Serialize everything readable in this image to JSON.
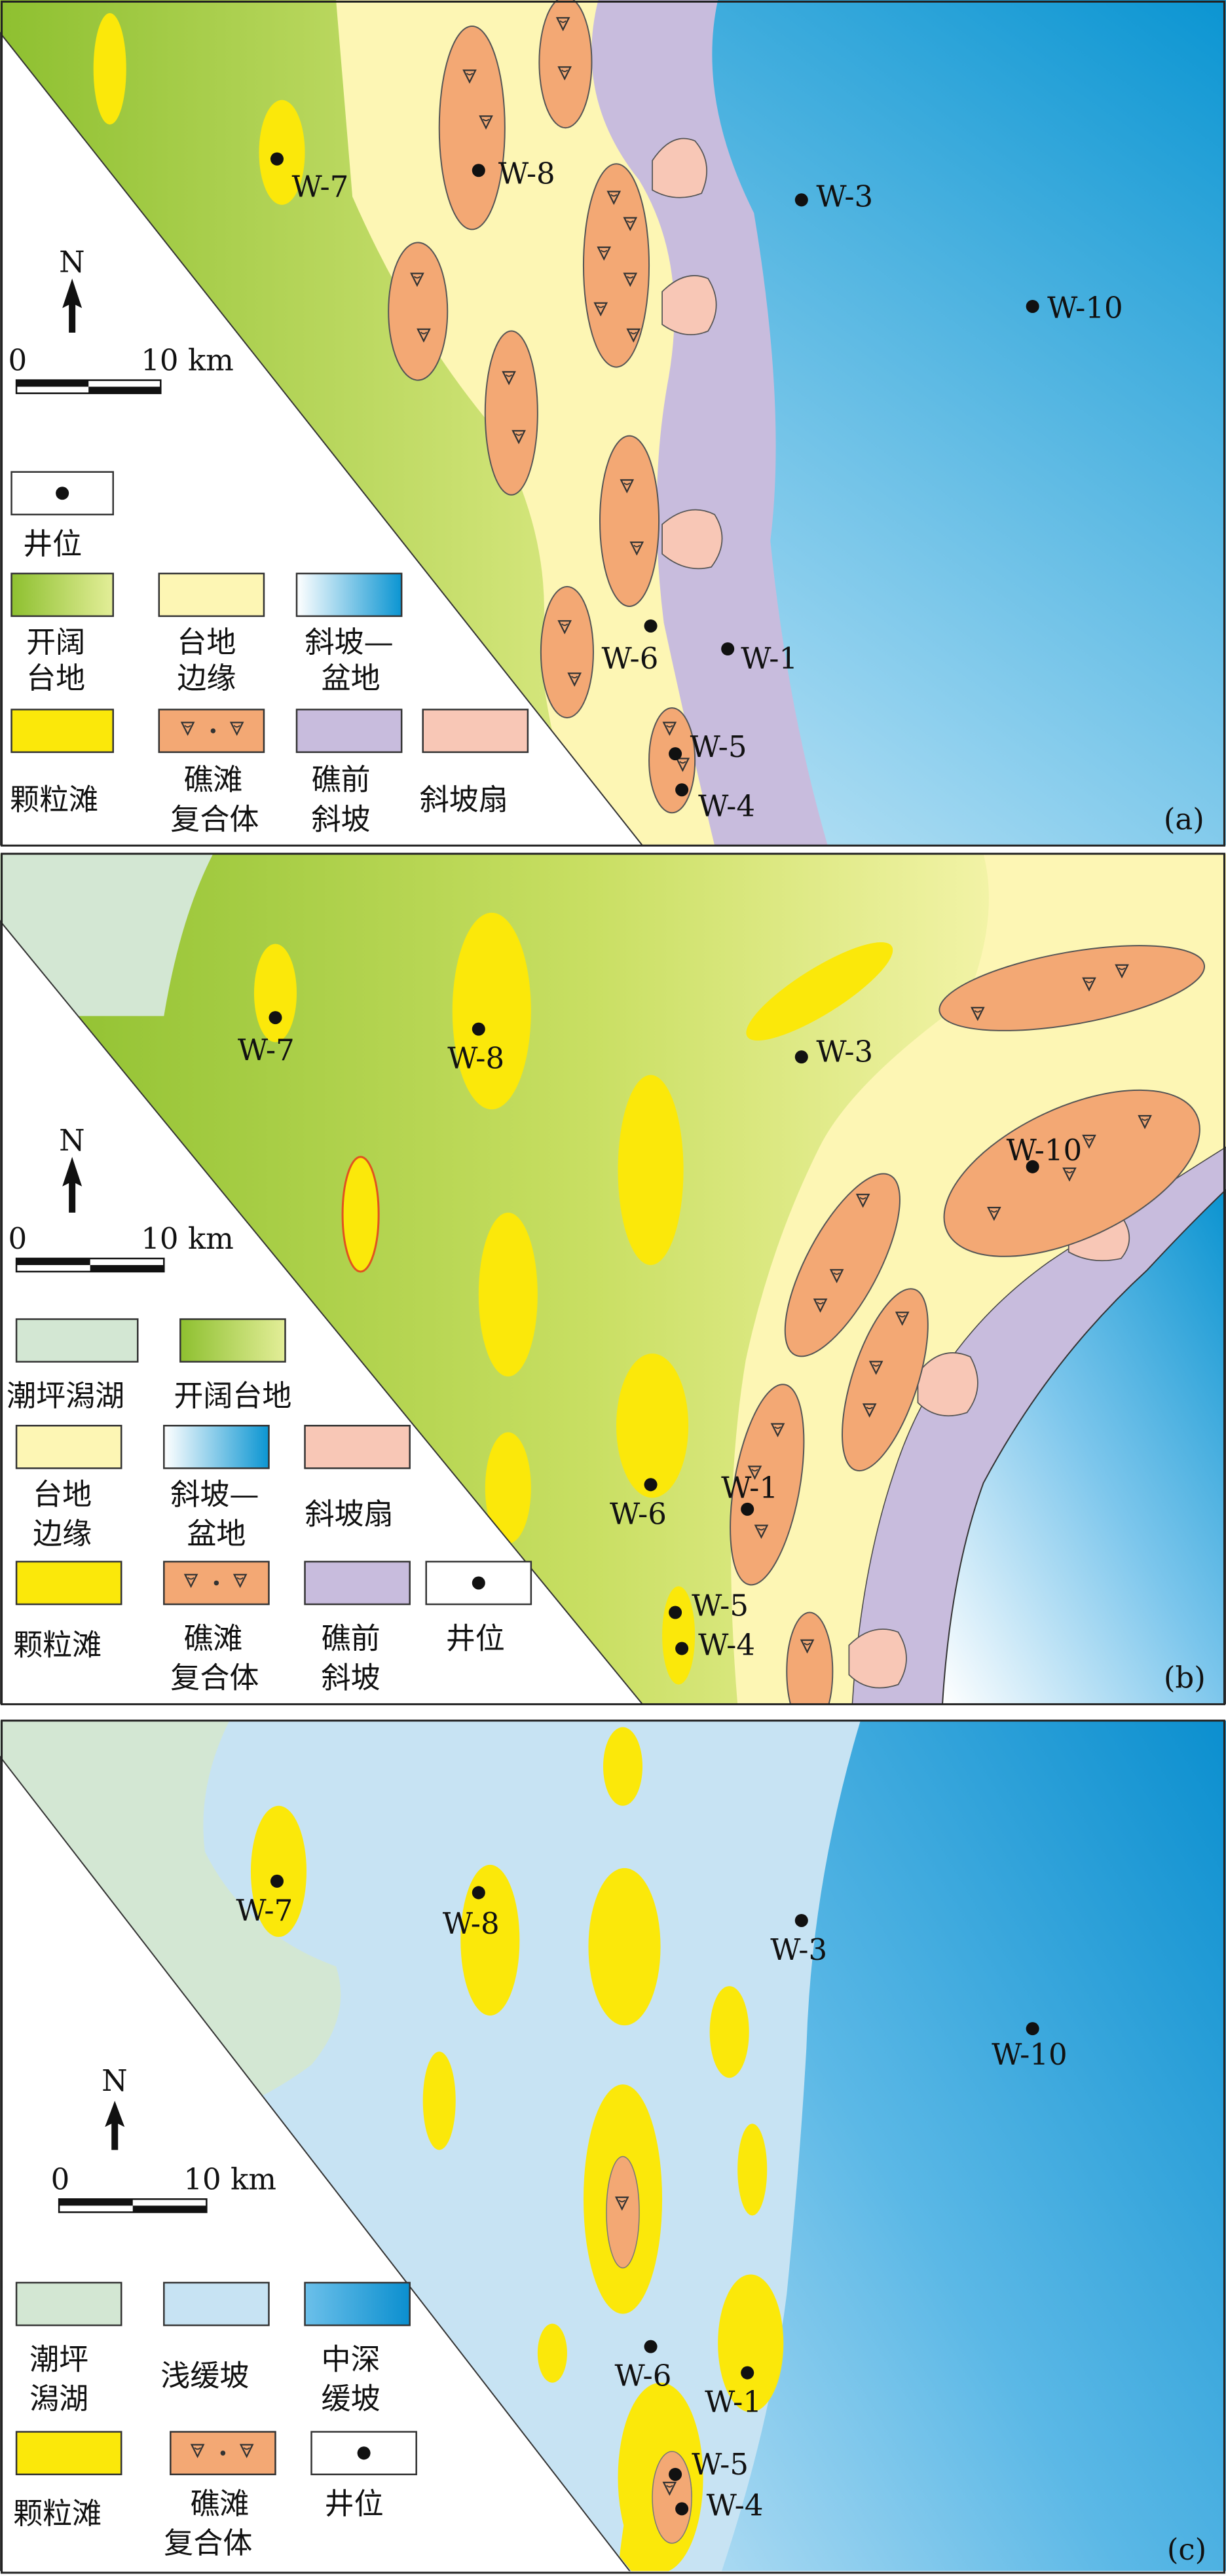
{
  "panels": {
    "a": {
      "label": "(a)",
      "legend": {
        "well": "井位",
        "open_platform": [
          "开阔",
          "台地"
        ],
        "platform_margin": [
          "台地",
          "边缘"
        ],
        "slope_basin": [
          "斜坡—",
          "盆地"
        ],
        "grain_shoal": "颗粒滩",
        "reef_shoal": [
          "礁滩",
          "复合体"
        ],
        "fore_reef_slope": [
          "礁前",
          "斜坡"
        ],
        "slope_fan": "斜坡扇"
      },
      "wells": [
        "W-7",
        "W-8",
        "W-3",
        "W-10",
        "W-6",
        "W-1",
        "W-5",
        "W-4"
      ]
    },
    "b": {
      "label": "(b)",
      "legend": {
        "tidal_flat": "潮坪潟湖",
        "open_platform": "开阔台地",
        "platform_margin": [
          "台地",
          "边缘"
        ],
        "slope_basin": [
          "斜坡—",
          "盆地"
        ],
        "slope_fan": "斜坡扇",
        "grain_shoal": "颗粒滩",
        "reef_shoal": [
          "礁滩",
          "复合体"
        ],
        "fore_reef_slope": [
          "礁前",
          "斜坡"
        ],
        "well": "井位"
      },
      "wells": [
        "W-7",
        "W-8",
        "W-3",
        "W-10",
        "W-6",
        "W-1",
        "W-5",
        "W-4"
      ]
    },
    "c": {
      "label": "(c)",
      "legend": {
        "tidal_flat": [
          "潮坪",
          "潟湖"
        ],
        "shallow_ramp": "浅缓坡",
        "mid_deep_ramp": [
          "中深",
          "缓坡"
        ],
        "grain_shoal": "颗粒滩",
        "reef_shoal": [
          "礁滩",
          "复合体"
        ],
        "well": "井位"
      },
      "wells": [
        "W-7",
        "W-8",
        "W-3",
        "W-10",
        "W-6",
        "W-1",
        "W-5",
        "W-4"
      ]
    }
  },
  "north_label": "N",
  "scale": {
    "zero": "0",
    "end": "10 km"
  },
  "colors": {
    "open_platform": "#9fc63b",
    "platform_margin": "#fdf6b0",
    "slope_basin": "#1aa1d8",
    "grain_shoal": "#fbe80a",
    "reef_shoal": "#f3a874",
    "fore_reef_slope": "#c9bcdc",
    "slope_fan": "#f8c9b9",
    "tidal_flat": "#d3e7d3",
    "shallow_ramp": "#c7e3f3",
    "mid_deep_ramp": "#1a9fd6"
  }
}
